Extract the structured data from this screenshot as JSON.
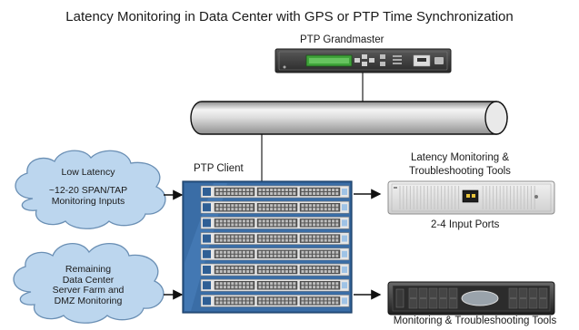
{
  "title": "Latency Monitoring in Data Center with GPS or PTP Time Synchronization",
  "grandmaster": {
    "label": "PTP Grandmaster"
  },
  "client": {
    "label": "PTP Client"
  },
  "cloud_low": {
    "heading": "Low Latency",
    "lines": [
      "~12-20 SPAN/TAP",
      "Monitoring Inputs"
    ]
  },
  "cloud_remaining": {
    "lines": [
      "Remaining",
      "Data Center",
      "Server Farm and",
      "DMZ Monitoring"
    ]
  },
  "tools": {
    "label_lines": [
      "Latency Monitoring &",
      "Troubleshooting Tools"
    ],
    "ports_label": "2-4 Input Ports"
  },
  "bottom_tools": {
    "label": "Monitoring & Troubleshooting Tools"
  },
  "colors": {
    "cloud_fill": "#bcd6ee",
    "cloud_stroke": "#6a8fb4",
    "switch_frame": "#2f5f95",
    "device_gray": "#d9d9d9",
    "arrow": "#111111"
  }
}
